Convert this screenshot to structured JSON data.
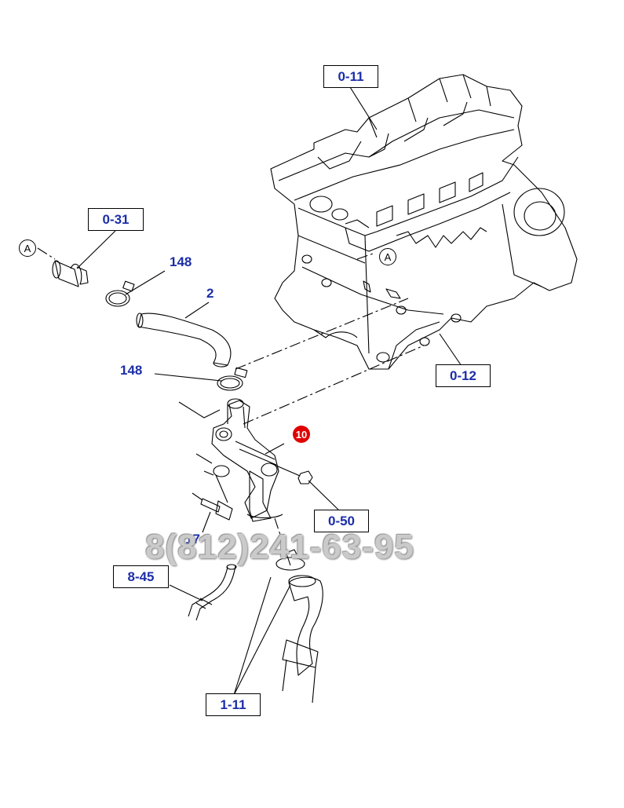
{
  "refs": {
    "r0_11": "0-11",
    "r0_31": "0-31",
    "r0_12": "0-12",
    "r0_50": "0-50",
    "r8_45": "8-45",
    "r1_11": "1-11"
  },
  "parts": {
    "p148a": "148",
    "p2": "2",
    "p148b": "148",
    "p17": "17"
  },
  "circle_label": "A",
  "highlight": {
    "label": "10",
    "color": "#e00000"
  },
  "watermark": "8(812)241-63-95",
  "colors": {
    "ref_text": "#1c2ea8",
    "line": "#000000"
  }
}
